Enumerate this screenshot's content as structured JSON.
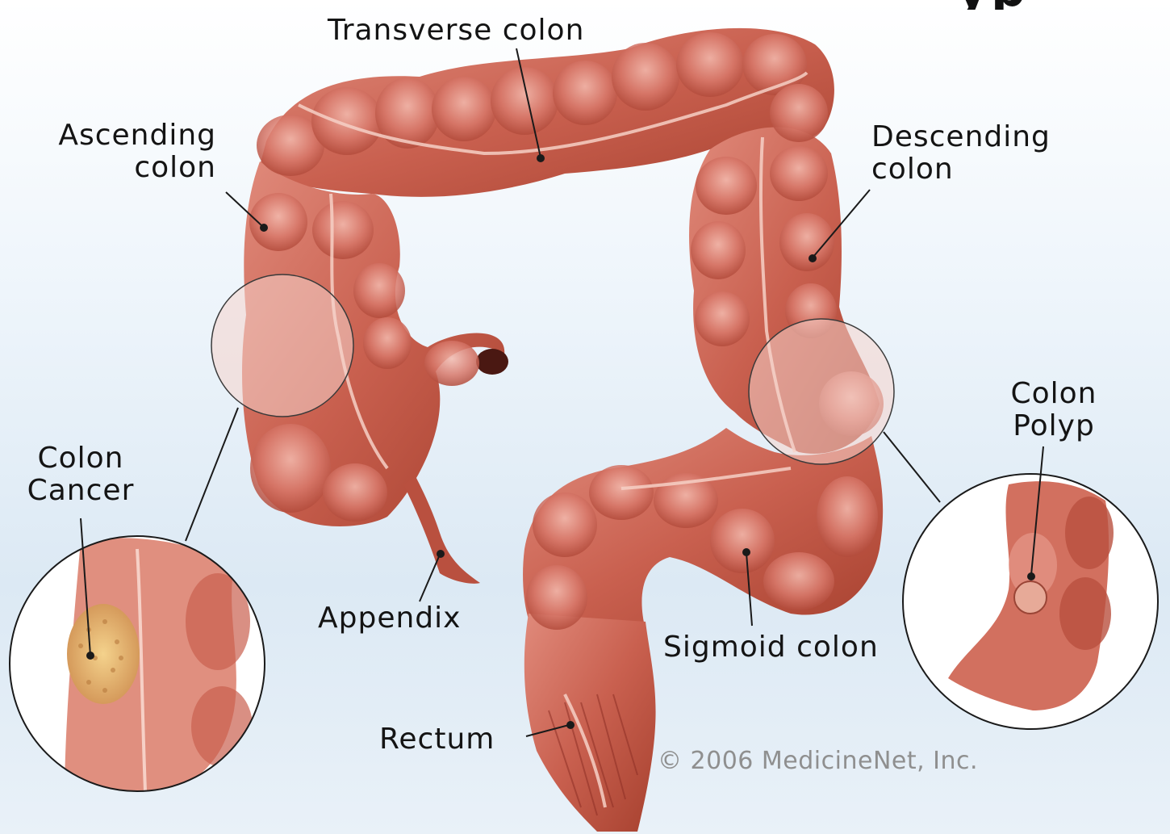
{
  "labels": {
    "transverse_colon": "Transverse colon",
    "ascending_colon": [
      "Ascending",
      "colon"
    ],
    "descending_colon": [
      "Descending",
      "colon"
    ],
    "colon_polyp": [
      "Colon",
      "Polyp"
    ],
    "colon_cancer": [
      "Colon",
      "Cancer"
    ],
    "appendix": "Appendix",
    "sigmoid_colon": "Sigmoid colon",
    "rectum": "Rectum"
  },
  "copyright": "© 2006 MedicineNet, Inc.",
  "colors": {
    "background_top": "#ffffff",
    "background_bottom": "#dce9f4",
    "tissue_base": "#c8604f",
    "tissue_highlight": "#f1b2a6",
    "tissue_shadow": "#8e2f25",
    "cancer_spot": "#e2b872",
    "callout_line": "#1a1a1a"
  }
}
